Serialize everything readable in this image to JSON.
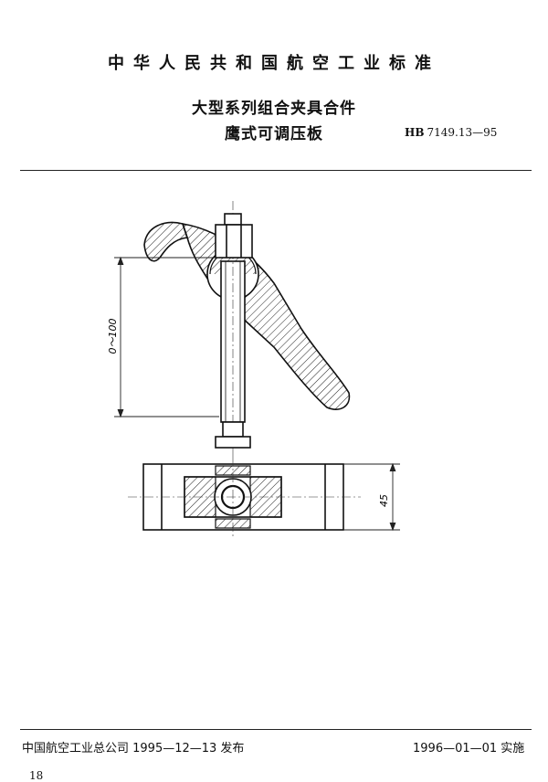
{
  "header": {
    "organization": "中华人民共和国航空工业标准",
    "title_line1": "大型系列组合夹具合件",
    "title_line2": "鹰式可调压板",
    "standard_prefix": "HB",
    "standard_number": "7149.13—95"
  },
  "drawing": {
    "dimension_height_range": "0～100",
    "dimension_width": "45"
  },
  "footer": {
    "issued": "中国航空工业总公司 1995—12—13 发布",
    "effective": "1996—01—01 实施",
    "page_number": "18"
  }
}
